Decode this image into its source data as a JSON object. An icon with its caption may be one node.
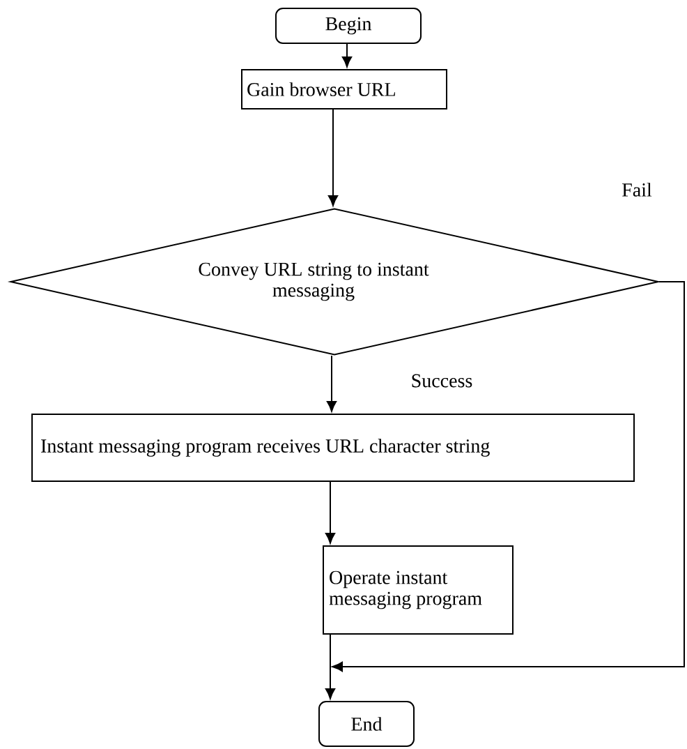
{
  "diagram": {
    "nodes": [
      {
        "text": [
          "Begin"
        ]
      },
      {
        "text": [
          "Gain browser URL"
        ]
      },
      {
        "text": [
          "Convey URL string to instant messaging"
        ]
      },
      {
        "text": [
          "Instant messaging program receives URL character string"
        ]
      },
      {
        "text": [
          "Operate instant messaging program"
        ]
      },
      {
        "text": [
          "End"
        ]
      }
    ],
    "edges": [
      {
        "from": 0,
        "to": 1,
        "arrow": "to"
      },
      {
        "from": 1,
        "to": 2,
        "arrow": "to"
      },
      {
        "from": 2,
        "to": 3,
        "arrow": "to",
        "label": "Success"
      },
      {
        "from": 3,
        "to": 4,
        "arrow": "to"
      },
      {
        "from": 4,
        "to": 5,
        "arrow": "to"
      },
      {
        "from": 2,
        "to": 5,
        "arrow": "to",
        "label": "Fail"
      }
    ]
  }
}
